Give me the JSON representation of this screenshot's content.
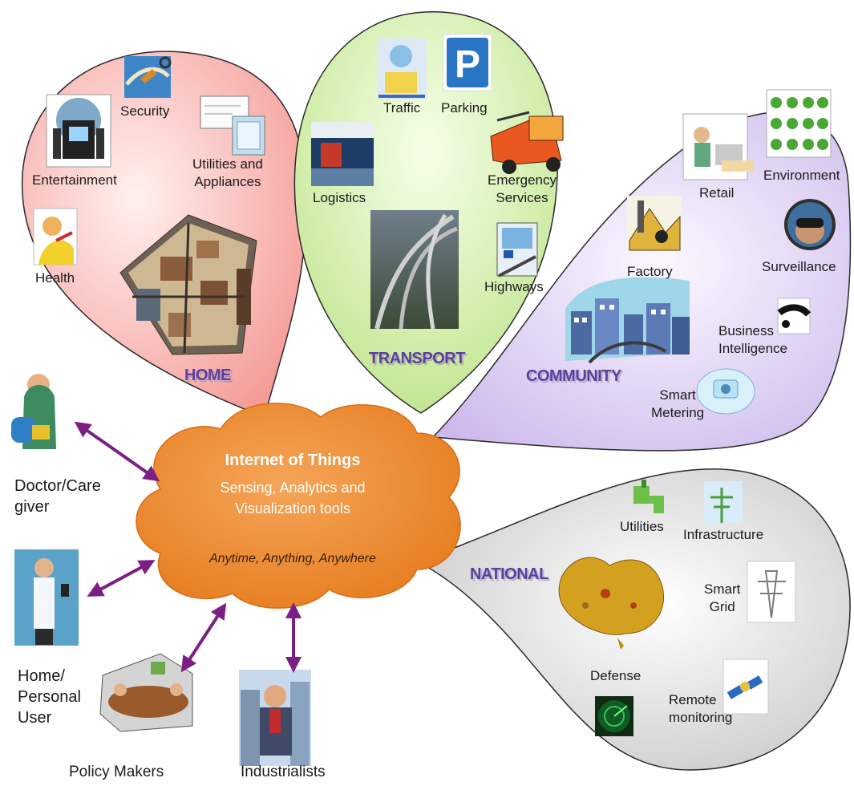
{
  "cloud": {
    "title": "Internet of Things",
    "subtitle_line1": "Sensing, Analytics and",
    "subtitle_line2": "Visualization tools",
    "tagline": "Anytime, Anything, Anywhere"
  },
  "bubbles": {
    "home": {
      "title": "HOME",
      "color": "#f5a3a0",
      "items": {
        "security": "Security",
        "entertainment": "Entertainment",
        "utilities_line1": "Utilities and",
        "utilities_line2": "Appliances",
        "health": "Health"
      }
    },
    "transport": {
      "title": "TRANSPORT",
      "color": "#c9e99a",
      "items": {
        "traffic": "Traffic",
        "parking": "Parking",
        "parking_sign": "P",
        "logistics": "Logistics",
        "emergency_line1": "Emergency",
        "emergency_line2": "Services",
        "highways": "Highways"
      }
    },
    "community": {
      "title": "COMMUNITY",
      "color": "#d7c8ef",
      "items": {
        "retail": "Retail",
        "environment": "Environment",
        "factory": "Factory",
        "surveillance": "Surveillance",
        "bi_line1": "Business",
        "bi_line2": "Intelligence",
        "metering_line1": "Smart",
        "metering_line2": "Metering"
      }
    },
    "national": {
      "title": "NATIONAL",
      "color": "#d6d6d6",
      "items": {
        "utilities": "Utilities",
        "infrastructure": "Infrastructure",
        "grid_line1": "Smart",
        "grid_line2": "Grid",
        "defense": "Defense",
        "remote_line1": "Remote",
        "remote_line2": "monitoring"
      }
    }
  },
  "actors": {
    "doctor_line1": "Doctor/Care",
    "doctor_line2": "giver",
    "home_line1": "Home/",
    "home_line2": "Personal",
    "home_line3": "User",
    "policy": "Policy Makers",
    "industrialists": "Industrialists"
  },
  "colors": {
    "cloud": "#ec8a2e",
    "arrow": "#7b1f86",
    "title_text": "#5c3f9d"
  }
}
